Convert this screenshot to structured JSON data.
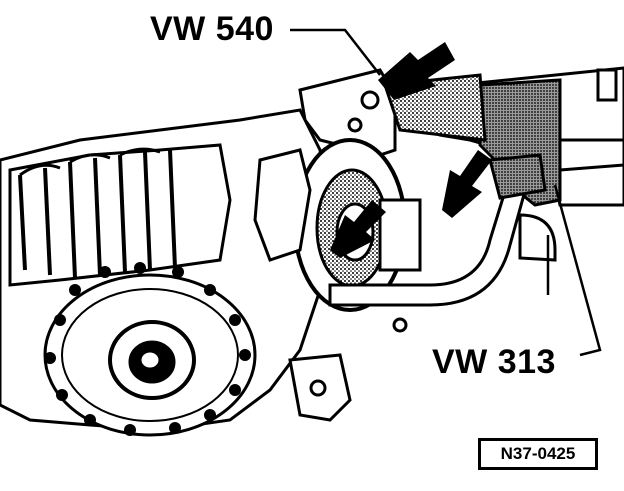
{
  "labels": {
    "tool_1": "VW 540",
    "tool_2": "VW 313"
  },
  "figure_id": "N37-0425",
  "colors": {
    "ink": "#000000",
    "paper": "#ffffff",
    "shade": "#8a8a8a"
  }
}
